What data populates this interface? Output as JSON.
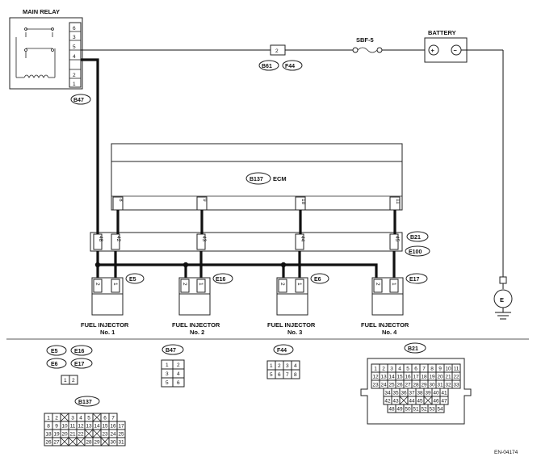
{
  "main_relay": {
    "title": "MAIN RELAY",
    "pins": [
      "6",
      "3",
      "5",
      "4",
      "2",
      "1"
    ],
    "connector": "B47"
  },
  "battery": {
    "title": "BATTERY",
    "plus": "+",
    "minus": "−"
  },
  "fuse": {
    "label": "SBF-5",
    "pin": "2",
    "connectors": [
      "B61",
      "F44"
    ]
  },
  "ground": {
    "label": "E"
  },
  "ecm": {
    "connector": "B137",
    "title": "ECM",
    "pins": [
      "8",
      "9",
      "10",
      "11"
    ]
  },
  "harness_connector": {
    "connectors": [
      "B21",
      "E100"
    ],
    "pins": [
      "48",
      "42",
      "43",
      "44",
      "45"
    ]
  },
  "injectors": [
    {
      "name": "FUEL INJECTOR",
      "number": "No. 1",
      "connector": "E5",
      "pins": [
        "2",
        "1"
      ]
    },
    {
      "name": "FUEL INJECTOR",
      "number": "No. 2",
      "connector": "E16",
      "pins": [
        "2",
        "1"
      ]
    },
    {
      "name": "FUEL INJECTOR",
      "number": "No. 3",
      "connector": "E6",
      "pins": [
        "2",
        "1"
      ]
    },
    {
      "name": "FUEL INJECTOR",
      "number": "No. 4",
      "connector": "E17",
      "pins": [
        "2",
        "1"
      ]
    }
  ],
  "connector_views": {
    "e_group": {
      "labels": [
        "E5",
        "E16",
        "E6",
        "E17"
      ],
      "pins": [
        "1",
        "2"
      ]
    },
    "b47": {
      "label": "B47",
      "pins": [
        "1",
        "2",
        "3",
        "4",
        "5",
        "6"
      ]
    },
    "f44": {
      "label": "F44",
      "pins": [
        "1",
        "2",
        "3",
        "4",
        "5",
        "6",
        "7",
        "8"
      ]
    },
    "b21": {
      "label": "B21",
      "rows": [
        [
          "1",
          "2",
          "3",
          "4",
          "5",
          "6",
          "7",
          "8",
          "9",
          "10",
          "11"
        ],
        [
          "12",
          "13",
          "14",
          "15",
          "16",
          "17",
          "18",
          "19",
          "20",
          "21",
          "22"
        ],
        [
          "23",
          "24",
          "25",
          "26",
          "27",
          "28",
          "29",
          "30",
          "31",
          "32",
          "33"
        ],
        [
          "34",
          "35",
          "36",
          "37",
          "38",
          "39",
          "40",
          "41"
        ],
        [
          "42",
          "43",
          "",
          "44",
          "45",
          "",
          "46",
          "47"
        ],
        [
          "48",
          "49",
          "50",
          "51",
          "52",
          "53",
          "54"
        ]
      ]
    },
    "b137": {
      "label": "B137",
      "rows": [
        [
          "1",
          "2",
          "",
          "3",
          "4",
          "5",
          "",
          "6",
          "7"
        ],
        [
          "8",
          "9",
          "10",
          "11",
          "12",
          "13",
          "14",
          "15",
          "16",
          "17"
        ],
        [
          "18",
          "19",
          "20",
          "21",
          "22",
          "",
          "",
          "23",
          "24",
          "25"
        ],
        [
          "26",
          "27",
          "",
          "",
          "",
          "28",
          "29",
          "",
          "30",
          "31"
        ]
      ]
    }
  },
  "doc_code": "EN-04174"
}
